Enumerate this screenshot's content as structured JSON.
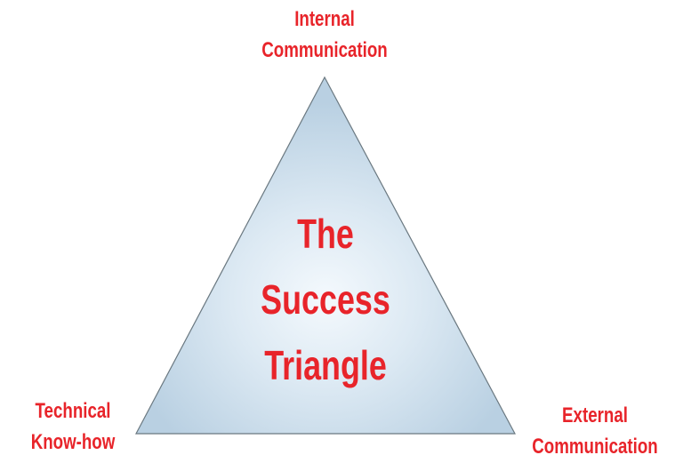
{
  "diagram": {
    "title_lines": [
      "The",
      "Success",
      "Triangle"
    ],
    "vertices": {
      "top": [
        "Internal",
        "Communication"
      ],
      "bottom_left": [
        "Technical",
        "Know-how"
      ],
      "bottom_right": [
        "External",
        "Communication"
      ]
    },
    "colors": {
      "text": "#e8242a",
      "triangle_fill": "#c4d8e8",
      "triangle_highlight": "#f4f9fd",
      "edge": "#6a7880"
    }
  }
}
